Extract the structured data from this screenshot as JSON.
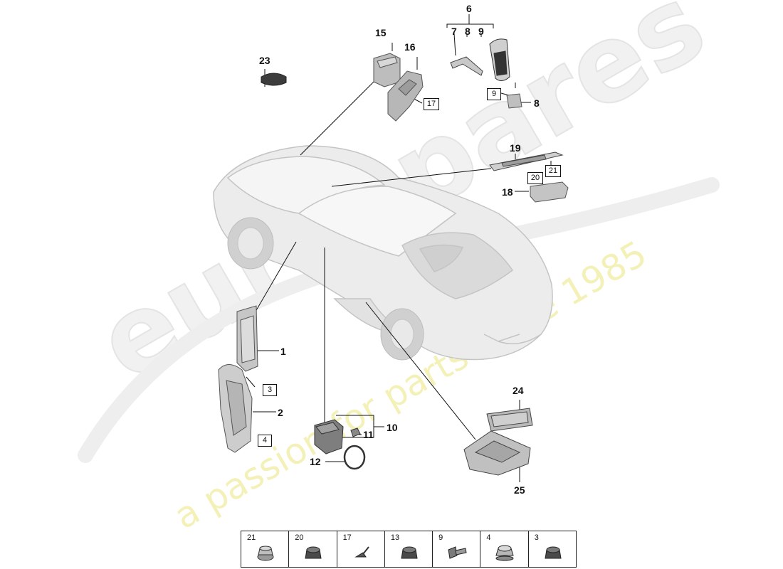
{
  "watermark": {
    "brand": "eurospares",
    "tagline": "a passion for parts since 1985"
  },
  "callouts": {
    "c1": "1",
    "c2": "2",
    "c6": "6",
    "c7": "7",
    "c8a": "8",
    "c9a": "9",
    "c8b": "8",
    "c10": "10",
    "c11": "11",
    "c12": "12",
    "c15": "15",
    "c16": "16",
    "c18": "18",
    "c19": "19",
    "c23": "23",
    "c24": "24",
    "c25": "25"
  },
  "boxed_refs": {
    "b3": "3",
    "b4": "4",
    "b9": "9",
    "b17": "17",
    "b20": "20",
    "b21": "21"
  },
  "legend": {
    "cells": [
      {
        "number": "21",
        "icon": "flange-nut-icon"
      },
      {
        "number": "20",
        "icon": "nut-icon"
      },
      {
        "number": "17",
        "icon": "rivet-icon"
      },
      {
        "number": "13",
        "icon": "nut-icon"
      },
      {
        "number": "9",
        "icon": "bolt-icon"
      },
      {
        "number": "4",
        "icon": "hex-nut-icon"
      },
      {
        "number": "3",
        "icon": "nut-icon"
      }
    ]
  }
}
